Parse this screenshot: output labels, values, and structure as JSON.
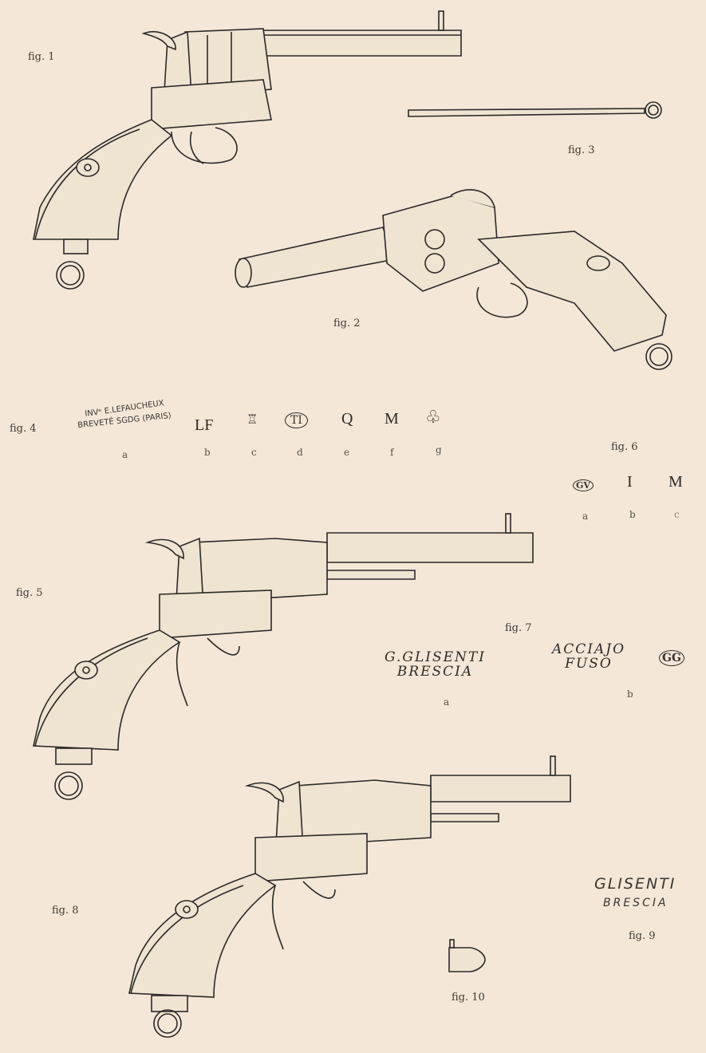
{
  "figures": {
    "fig1": "fig. 1",
    "fig2": "fig. 2",
    "fig3": "fig. 3",
    "fig4": "fig. 4",
    "fig5": "fig. 5",
    "fig6": "fig. 6",
    "fig7": "fig. 7",
    "fig8": "fig. 8",
    "fig9": "fig. 9",
    "fig10": "fig. 10"
  },
  "fig4_marks": {
    "stamp_line1": "INVᵉ E.LEFAUCHEUX",
    "stamp_line2": "BREVETÉ SGDG (PARIS)",
    "items": [
      {
        "label": "a"
      },
      {
        "mark": "LF",
        "label": "b"
      },
      {
        "mark": "♖",
        "label": "c"
      },
      {
        "mark": "TI",
        "label": "d"
      },
      {
        "mark": "Q",
        "label": "e"
      },
      {
        "mark": "M",
        "label": "f"
      },
      {
        "mark": "♧",
        "label": "g"
      }
    ]
  },
  "fig6_marks": [
    {
      "mark": "GV",
      "label": "a"
    },
    {
      "mark": "I",
      "label": "b"
    },
    {
      "mark": "M",
      "label": "c"
    }
  ],
  "fig7_marks": {
    "a_line1": "G.GLISENTI",
    "a_line2": "BRESCIA",
    "a_label": "a",
    "b_line1": "ACCIAJO",
    "b_line2": "FUSO",
    "b_mark": "GG",
    "b_label": "b"
  },
  "fig9_marks": {
    "line1": "GLISENTI",
    "line2": "BRESCIA"
  }
}
